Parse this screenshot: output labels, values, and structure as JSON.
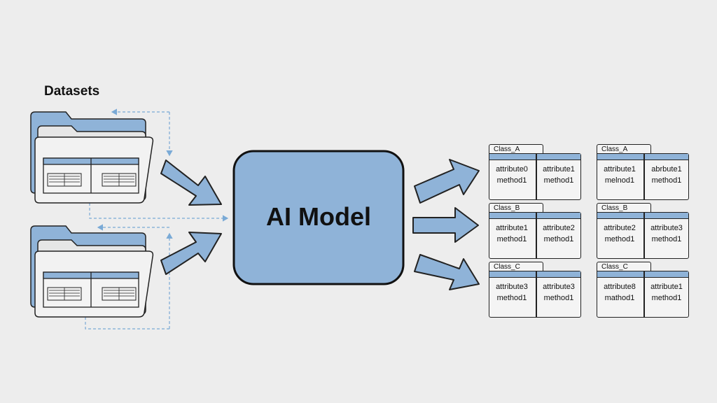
{
  "datasets_title": "Datasets",
  "model_label": "AI Model",
  "colors": {
    "background": "#ededed",
    "accent_blue": "#8fb3d8",
    "outline": "#222222",
    "dashed_line": "#7aaad6"
  },
  "icons": [
    "folder-icon",
    "table-icon",
    "arrow-right-icon"
  ],
  "classes": [
    {
      "name": "Class_A",
      "left_attr": "attribute0",
      "left_method": "method1",
      "right_attr": "attribute1",
      "right_method": "method1"
    },
    {
      "name": "Class_A",
      "left_attr": "attribute1",
      "left_method": "melnod1",
      "right_attr": "abrbute1",
      "right_method": "method1"
    },
    {
      "name": "Class_B",
      "left_attr": "attribute1",
      "left_method": "method1",
      "right_attr": "attribute2",
      "right_method": "method1"
    },
    {
      "name": "Class_B",
      "left_attr": "attribute2",
      "left_method": "method1",
      "right_attr": "attribute3",
      "right_method": "method1"
    },
    {
      "name": "Class_C",
      "left_attr": "attribute3",
      "left_method": "method1",
      "right_attr": "attribute3",
      "right_method": "method1"
    },
    {
      "name": "Class_C",
      "left_attr": "attribute8",
      "left_method": "mathod1",
      "right_attr": "attribute1",
      "right_method": "method1"
    }
  ]
}
